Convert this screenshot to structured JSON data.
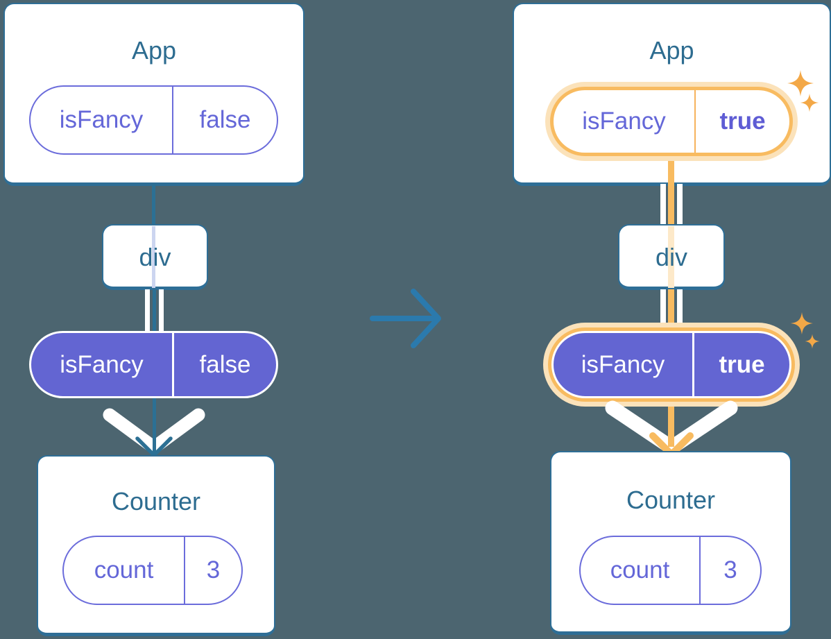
{
  "diagram": {
    "description_visible_text_only": true,
    "left_tree": {
      "state": "before",
      "root_card": {
        "title": "App",
        "state": {
          "key": "isFancy",
          "value": "false"
        }
      },
      "middle_node": {
        "label": "div"
      },
      "prop_pill": {
        "key": "isFancy",
        "value": "false"
      },
      "child_card": {
        "title": "Counter",
        "state": {
          "key": "count",
          "value": "3"
        }
      }
    },
    "right_tree": {
      "state": "after",
      "highlighted": true,
      "root_card": {
        "title": "App",
        "state": {
          "key": "isFancy",
          "value": "true"
        }
      },
      "middle_node": {
        "label": "div"
      },
      "prop_pill": {
        "key": "isFancy",
        "value": "true"
      },
      "child_card": {
        "title": "Counter",
        "state": {
          "key": "count",
          "value": "3"
        }
      }
    },
    "icons": {
      "transition": "right-arrow-icon",
      "flow": "down-chevron-icon",
      "highlight": "sparkle-icon"
    },
    "colors": {
      "background": "#4c6570",
      "card_fill": "#ffffff",
      "card_border": "#2e6e96",
      "title_text": "#2d6c90",
      "purple_text": "#6467d8",
      "purple_fill": "#6365d2",
      "purple_outline": "#6b6cdb",
      "line_blue": "#2c7094",
      "transition_arrow_blue": "#2b7aad",
      "highlight_orange": "#f8bb60",
      "highlight_glow": "#fbe2ba",
      "sparkle_orange": "#f3a847",
      "faded_line_left": "#ccd5f0",
      "faded_line_right": "#fde9c9",
      "pipe_white": "#ffffff"
    }
  }
}
